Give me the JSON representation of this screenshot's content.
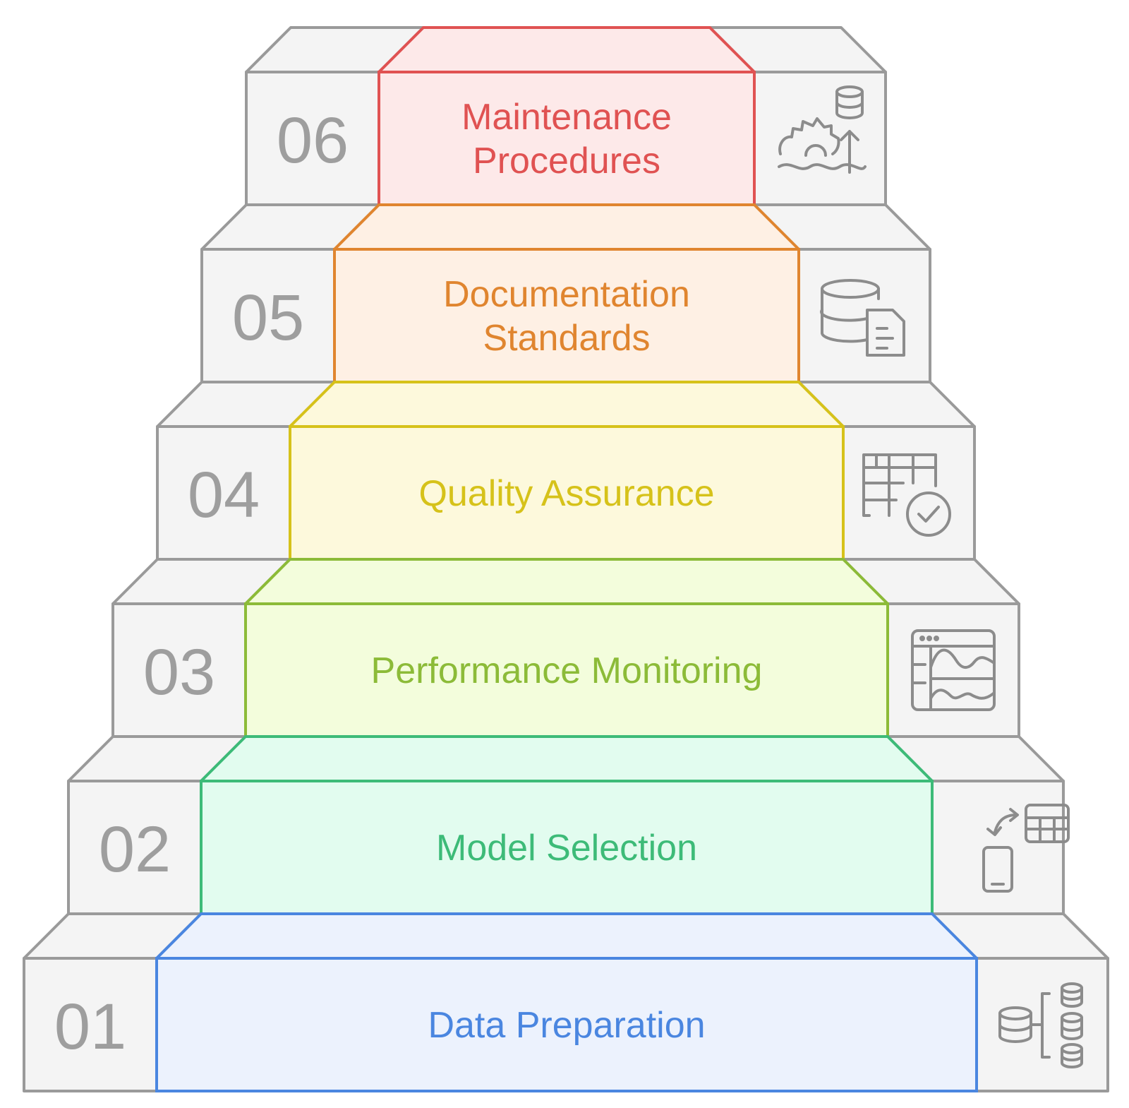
{
  "steps": [
    {
      "number": "01",
      "label_lines": [
        "Data Preparation"
      ],
      "color": "#4a86e0",
      "fill": "#ecf2fd",
      "icon": "database-cluster-icon"
    },
    {
      "number": "02",
      "label_lines": [
        "Model Selection"
      ],
      "color": "#3dbb78",
      "fill": "#e2fcef",
      "icon": "device-table-swap-icon"
    },
    {
      "number": "03",
      "label_lines": [
        "Performance Monitoring"
      ],
      "color": "#8cbb38",
      "fill": "#f3fddc",
      "icon": "dashboard-waves-icon"
    },
    {
      "number": "04",
      "label_lines": [
        "Quality Assurance"
      ],
      "color": "#d6c21a",
      "fill": "#fdf9dc",
      "icon": "table-check-icon"
    },
    {
      "number": "05",
      "label_lines": [
        "Documentation",
        "Standards"
      ],
      "color": "#e0852f",
      "fill": "#fef0e4",
      "icon": "database-document-icon"
    },
    {
      "number": "06",
      "label_lines": [
        "Maintenance",
        "Procedures"
      ],
      "color": "#e05252",
      "fill": "#fde9e9",
      "icon": "gear-database-upload-icon"
    }
  ]
}
